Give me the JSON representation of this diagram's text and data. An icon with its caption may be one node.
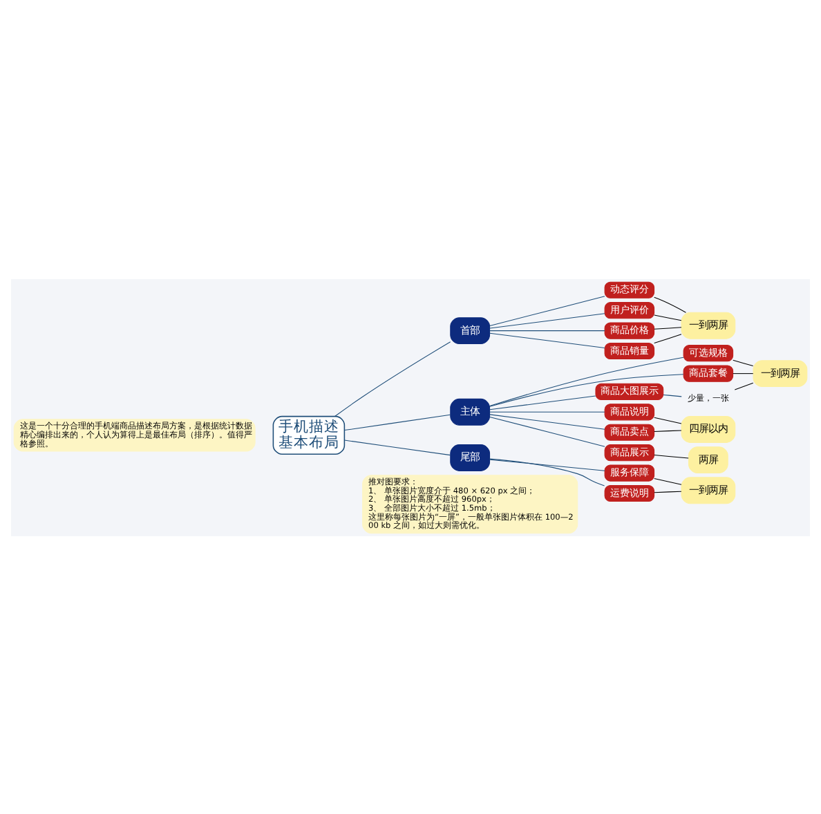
{
  "diagram": {
    "nodes": [
      {
        "text": [
          "这是一个十分合理的手机端商品描述布局方案，是根据统计数据精心编排出来的，个人认为算得上是最佳布局（排序）。值得严格参照。"
        ]
      },
      {
        "text": [
          "手机描述基本布局"
        ]
      },
      {
        "text": [
          "首部"
        ]
      },
      {
        "text": [
          "主体"
        ]
      },
      {
        "text": [
          "尾部"
        ]
      },
      {
        "text": [
          "动态评分"
        ]
      },
      {
        "text": [
          "用户评价"
        ]
      },
      {
        "text": [
          "商品价格"
        ]
      },
      {
        "text": [
          "商品销量"
        ]
      },
      {
        "text": [
          "可选规格"
        ]
      },
      {
        "text": [
          "商品套餐"
        ]
      },
      {
        "text": [
          "商品大图展示"
        ]
      },
      {
        "text": [
          "商品说明"
        ]
      },
      {
        "text": [
          "商品卖点"
        ]
      },
      {
        "text": [
          "商品展示"
        ]
      },
      {
        "text": [
          "服务保障"
        ]
      },
      {
        "text": [
          "运费说明"
        ]
      },
      {
        "text": [
          "一到两屏"
        ]
      },
      {
        "text": [
          "少量，一张"
        ]
      },
      {
        "text": [
          "一到两屏"
        ]
      },
      {
        "text": [
          "四屏以内"
        ]
      },
      {
        "text": [
          "两屏"
        ]
      },
      {
        "text": [
          "一到两屏"
        ]
      },
      {
        "text": [
          "推对图要求：",
          "1、 单张图片宽度介于 480 × 620 px 之间；",
          "2、 单张图片高度不超过 960px；",
          "3、 全部图片大小不超过 1.5mb；",
          "这里称每张图片为“一屏”，一般单张图片体积在 100—200 kb 之间，如过大则需优化。"
        ]
      }
    ],
    "edges": [
      {
        "from": 1,
        "to": 2,
        "arrow": "none"
      },
      {
        "from": 1,
        "to": 3,
        "arrow": "none"
      },
      {
        "from": 1,
        "to": 4,
        "arrow": "none"
      },
      {
        "from": 2,
        "to": 5,
        "arrow": "none"
      },
      {
        "from": 2,
        "to": 6,
        "arrow": "none"
      },
      {
        "from": 2,
        "to": 7,
        "arrow": "none"
      },
      {
        "from": 2,
        "to": 8,
        "arrow": "none"
      },
      {
        "from": 3,
        "to": 9,
        "arrow": "none"
      },
      {
        "from": 3,
        "to": 10,
        "arrow": "none"
      },
      {
        "from": 3,
        "to": 11,
        "arrow": "none"
      },
      {
        "from": 3,
        "to": 12,
        "arrow": "none"
      },
      {
        "from": 3,
        "to": 13,
        "arrow": "none"
      },
      {
        "from": 3,
        "to": 14,
        "arrow": "none"
      },
      {
        "from": 4,
        "to": 15,
        "arrow": "none"
      },
      {
        "from": 4,
        "to": 16,
        "arrow": "none"
      },
      {
        "from": 11,
        "to": 18,
        "arrow": "none"
      },
      {
        "from": 5,
        "to": 17,
        "arrow": "none",
        "color": "#000000"
      },
      {
        "from": 6,
        "to": 17,
        "arrow": "none",
        "color": "#000000"
      },
      {
        "from": 7,
        "to": 17,
        "arrow": "none",
        "color": "#000000"
      },
      {
        "from": 8,
        "to": 17,
        "arrow": "none",
        "color": "#000000"
      },
      {
        "from": 9,
        "to": 19,
        "arrow": "none",
        "color": "#000000"
      },
      {
        "from": 10,
        "to": 19,
        "arrow": "none",
        "color": "#000000"
      },
      {
        "from": 18,
        "to": 19,
        "arrow": "none",
        "color": "#000000"
      },
      {
        "from": 12,
        "to": 20,
        "arrow": "none",
        "color": "#000000"
      },
      {
        "from": 13,
        "to": 20,
        "arrow": "none",
        "color": "#000000"
      },
      {
        "from": 14,
        "to": 21,
        "arrow": "none",
        "color": "#000000"
      },
      {
        "from": 15,
        "to": 22,
        "arrow": "none",
        "color": "#000000"
      },
      {
        "from": 16,
        "to": 22,
        "arrow": "none",
        "color": "#000000"
      }
    ]
  }
}
